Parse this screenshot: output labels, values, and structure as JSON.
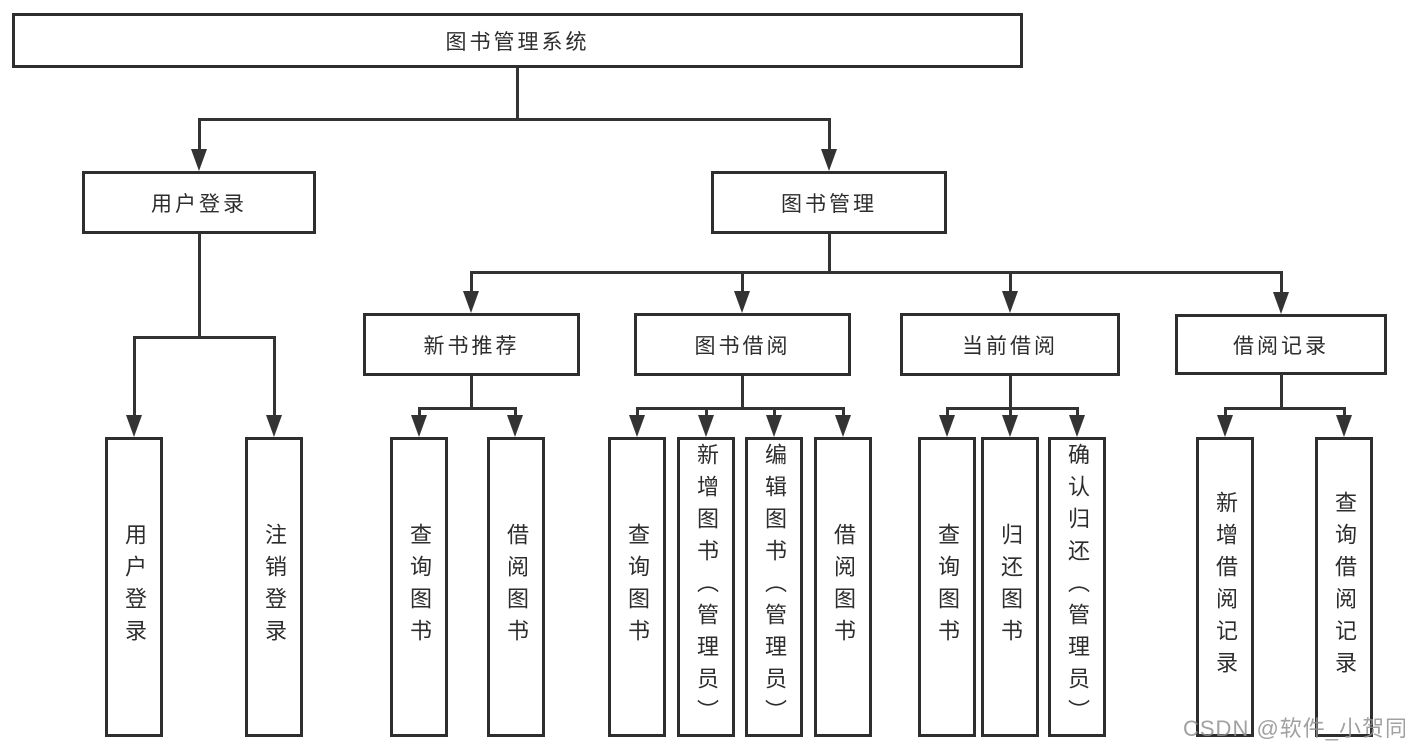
{
  "tree": {
    "root": {
      "label": "图书管理系统",
      "children": [
        {
          "label": "用户登录",
          "children": [
            {
              "label": "用户登录"
            },
            {
              "label": "注销登录"
            }
          ]
        },
        {
          "label": "图书管理",
          "children": [
            {
              "label": "新书推荐",
              "children": [
                {
                  "label": "查询图书"
                },
                {
                  "label": "借阅图书"
                }
              ]
            },
            {
              "label": "图书借阅",
              "children": [
                {
                  "label": "查询图书"
                },
                {
                  "label": "新增图书（管理员）"
                },
                {
                  "label": "编辑图书（管理员）"
                },
                {
                  "label": "借阅图书"
                }
              ]
            },
            {
              "label": "当前借阅",
              "children": [
                {
                  "label": "查询图书"
                },
                {
                  "label": "归还图书"
                },
                {
                  "label": "确认归还（管理员）"
                }
              ]
            },
            {
              "label": "借阅记录",
              "children": [
                {
                  "label": "新增借阅记录"
                },
                {
                  "label": "查询借阅记录"
                }
              ]
            }
          ]
        }
      ]
    }
  },
  "watermark": {
    "text": "CSDN @软件_小贺同学"
  },
  "colors": {
    "line": "#333333",
    "box_border": "#2e2e2e",
    "box_background": "#ffffff",
    "text": "#2d2d2d",
    "watermark": "#919191"
  }
}
